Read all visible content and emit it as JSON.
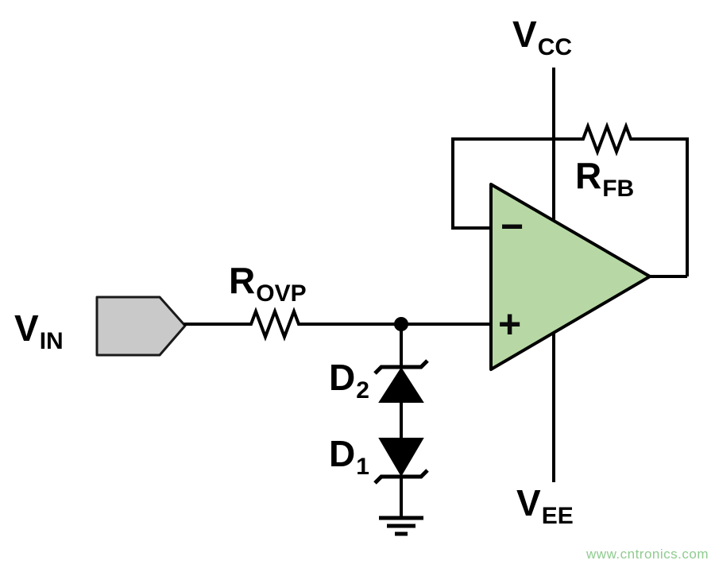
{
  "labels": {
    "vcc": {
      "main": "V",
      "sub": "CC"
    },
    "rfb": {
      "main": "R",
      "sub": "FB"
    },
    "vin": {
      "main": "V",
      "sub": "IN"
    },
    "rovp": {
      "main": "R",
      "sub": "OVP"
    },
    "d2": {
      "main": "D",
      "sub": "2"
    },
    "d1": {
      "main": "D",
      "sub": "1"
    },
    "vee": {
      "main": "V",
      "sub": "EE"
    }
  },
  "opamp": {
    "inverting_input_sign": "−",
    "noninverting_input_sign": "+"
  },
  "watermark": "www.cntronics.com",
  "colors": {
    "opamp_fill": "#b7d8a5",
    "connector_fill": "#c9c9c9",
    "wire": "#000000",
    "watermark_green": "#8fcb8f",
    "background": "#ffffff"
  }
}
